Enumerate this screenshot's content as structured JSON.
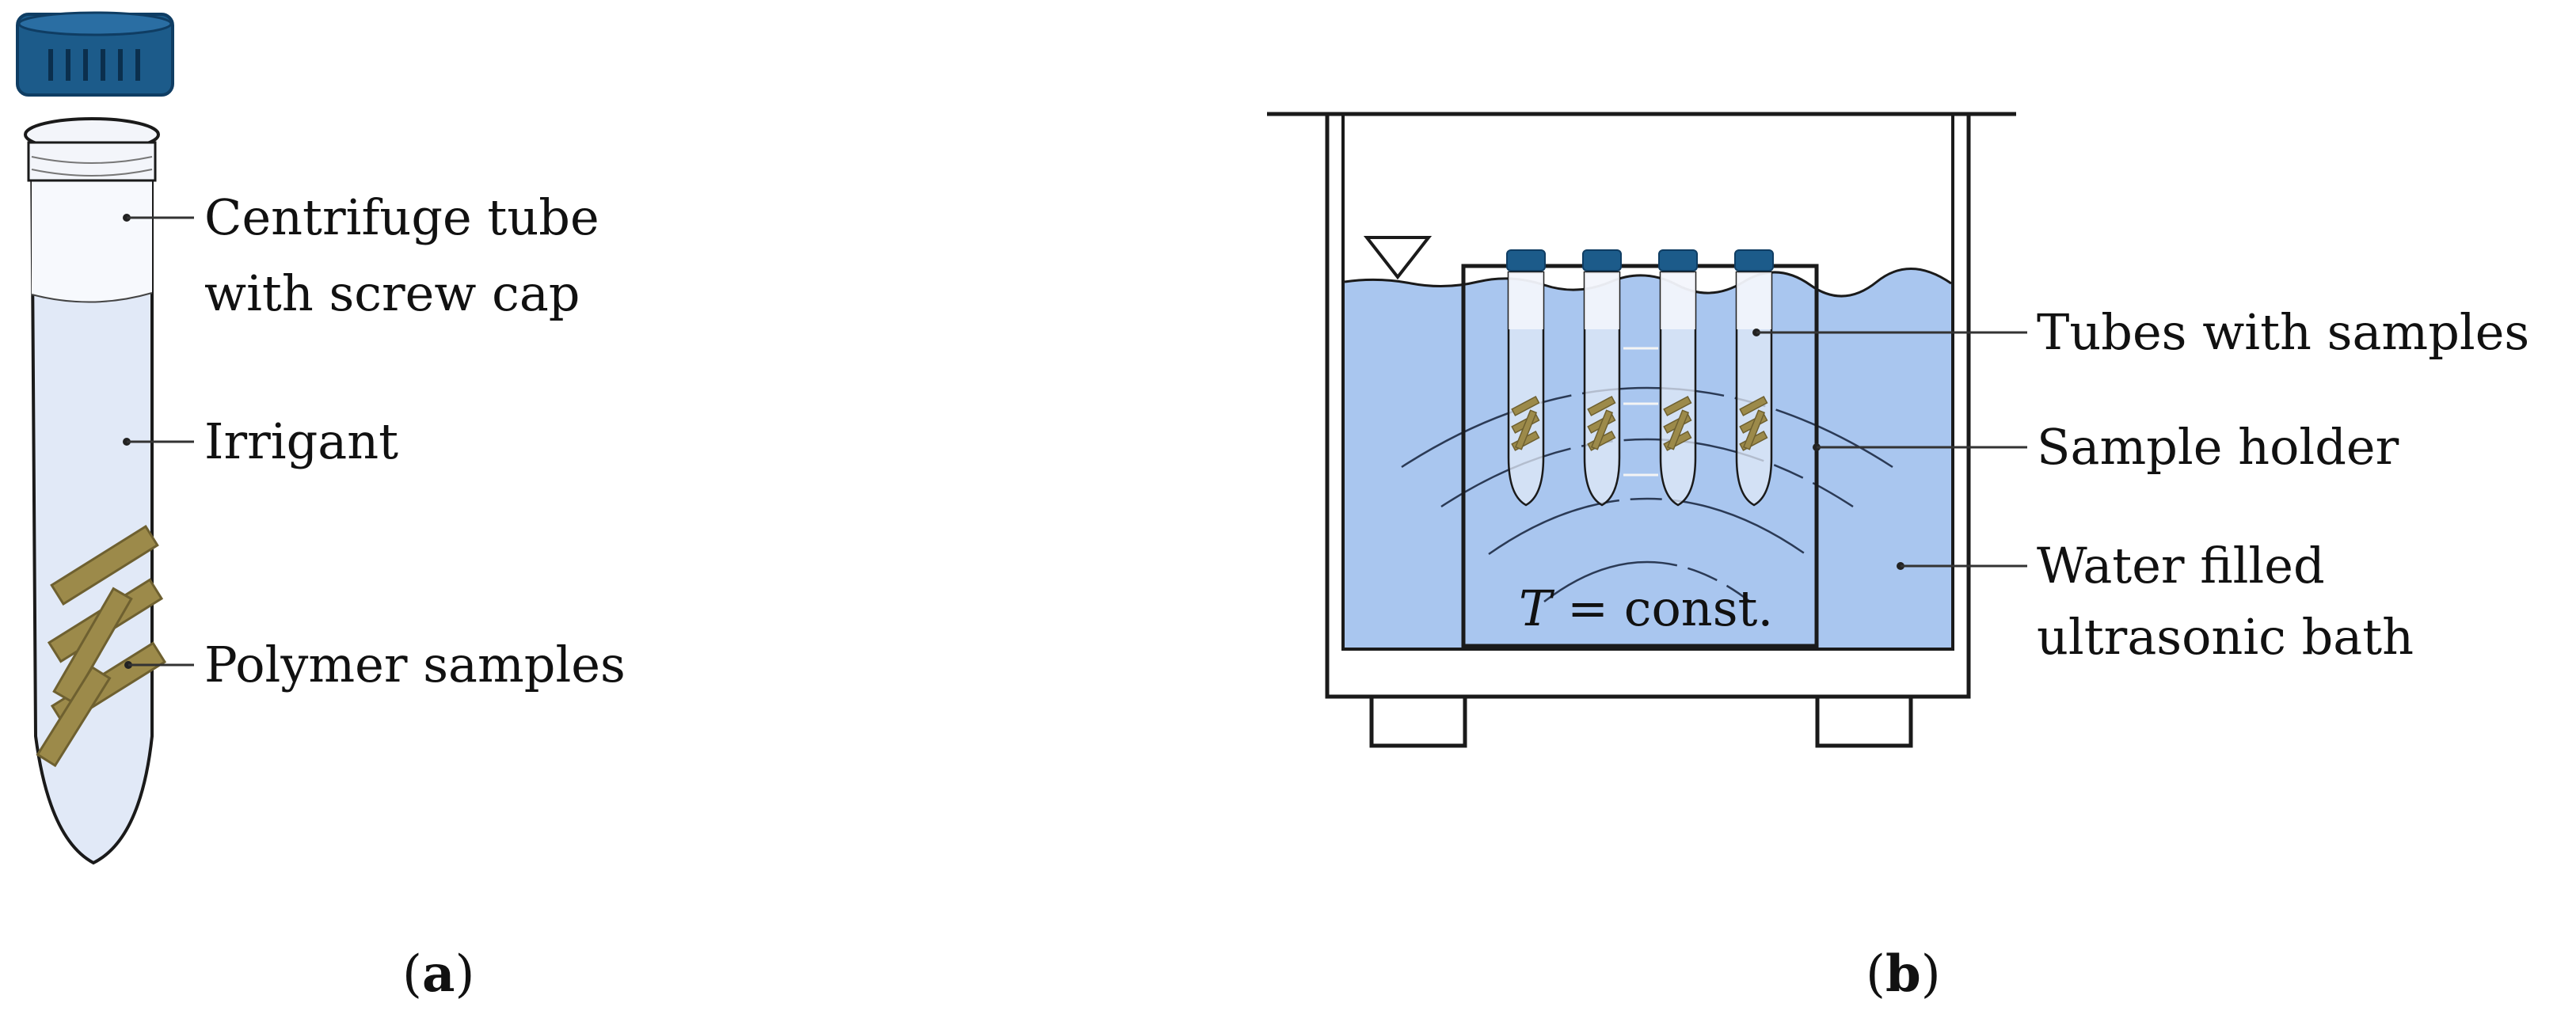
{
  "panel_a": {
    "labels": {
      "centrifuge_line1": "Centrifuge tube",
      "centrifuge_line2": "with screw cap",
      "irrigant": "Irrigant",
      "polymer": "Polymer samples"
    },
    "caption": {
      "open": "(",
      "letter": "a",
      "close": ")"
    }
  },
  "panel_b": {
    "labels": {
      "tubes": "Tubes with samples",
      "holder": "Sample holder",
      "bath_line1": "Water filled",
      "bath_line2": "ultrasonic bath"
    },
    "temperature": {
      "symbol": "T",
      "rest": " = const."
    },
    "caption": {
      "open": "(",
      "letter": "b",
      "close": ")"
    }
  },
  "colors": {
    "cap": "#1c5b8a",
    "cap_dark": "#0f3d63",
    "tube_fill": "#e1e9f7",
    "tube_top": "#f6f8fc",
    "water": "#a9c6ef",
    "sample": "#9c8a4a",
    "sample_dark": "#6e6030",
    "outline": "#1a1a1a"
  }
}
